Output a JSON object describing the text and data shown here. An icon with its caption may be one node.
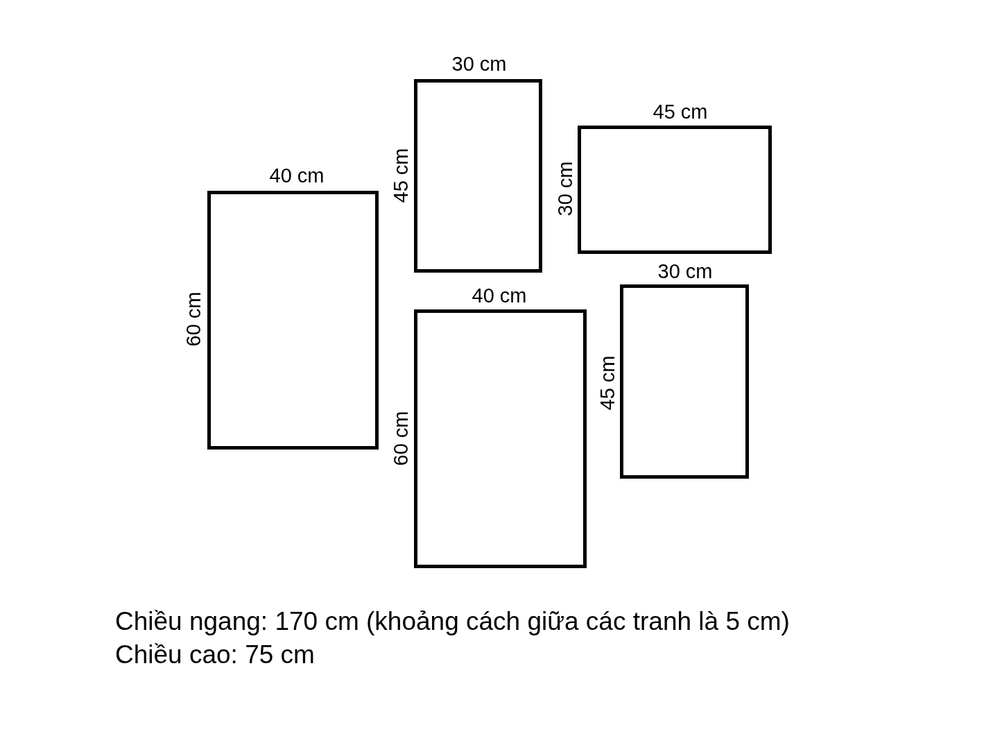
{
  "diagram": {
    "nodes": [
      {
        "text": [],
        "shape": "box",
        "beside": [
          "30 cm",
          "45 cm"
        ]
      },
      {
        "text": [],
        "shape": "box",
        "beside": [
          "45 cm",
          "30 cm"
        ]
      },
      {
        "text": [],
        "shape": "box",
        "beside": [
          "40 cm",
          "60 cm"
        ]
      },
      {
        "text": [],
        "shape": "box",
        "beside": [
          "30 cm",
          "45 cm"
        ]
      },
      {
        "text": [],
        "shape": "box",
        "beside": [
          "40 cm",
          "60 cm"
        ]
      }
    ],
    "labels": [
      "Chiều ngang: 170 cm (khoảng cách giữa các tranh là 5 cm)",
      "Chiều cao: 75 cm"
    ]
  }
}
